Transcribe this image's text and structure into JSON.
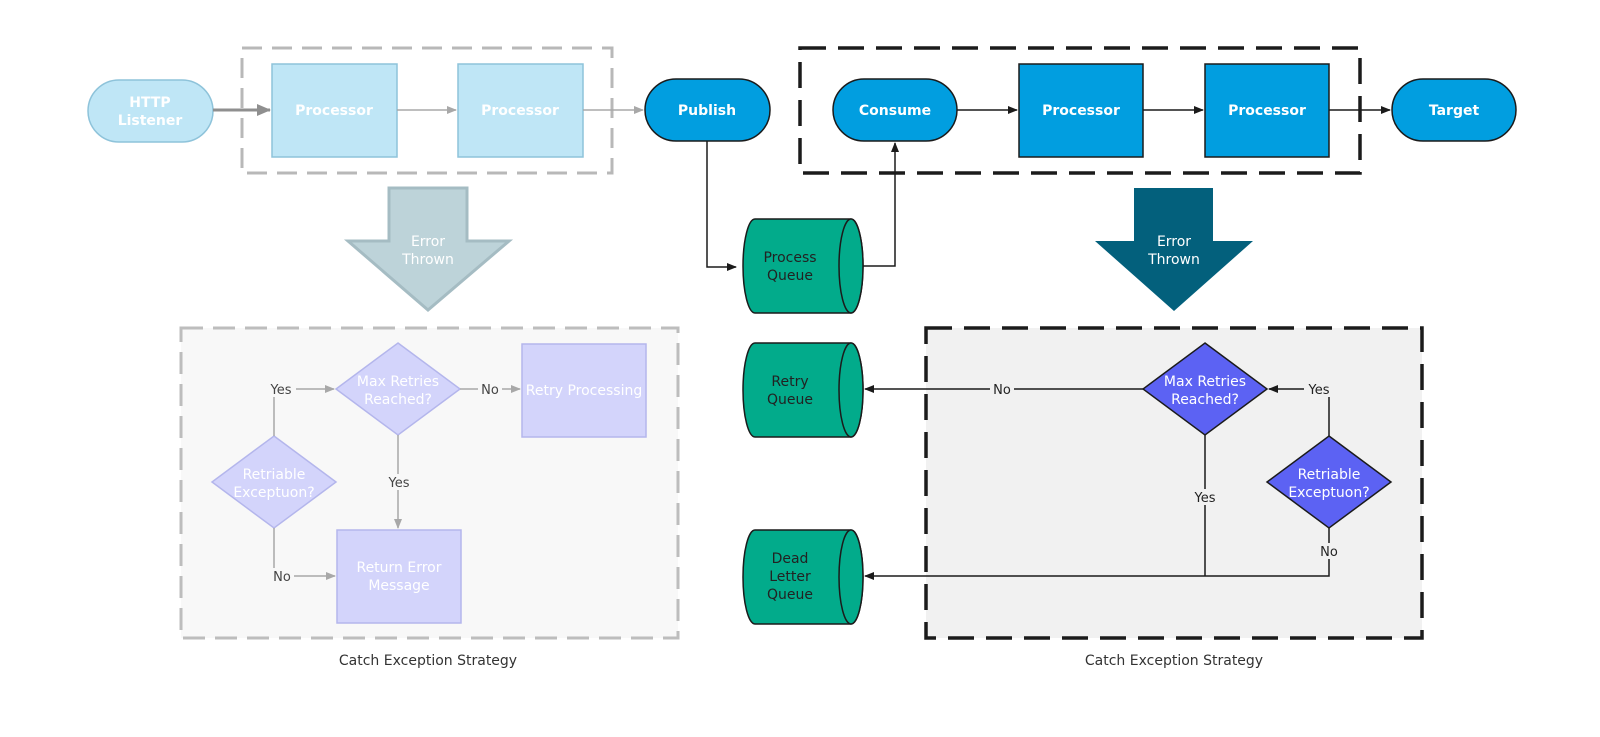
{
  "colors": {
    "faded_blue": "#bfe6f6",
    "faded_blue_stroke": "#8ec3da",
    "active_blue": "#019ee0",
    "dark_stroke": "#1b1b1b",
    "teal": "#02ab8b",
    "faded_purple": "#d3d4fb",
    "active_purple": "#5c62f3",
    "faded_arrow": "#bdd3d9",
    "dark_arrow": "#03607c",
    "panel_light": "#f8f8f8",
    "panel_gray": "#f1f1f1"
  },
  "left_flow": {
    "http_listener": [
      "HTTP",
      "Listener"
    ],
    "processor_1": "Processor",
    "processor_2": "Processor",
    "error_arrow": [
      "Error",
      "Thrown"
    ]
  },
  "middle": {
    "publish": "Publish",
    "process_queue": [
      "Process",
      "Queue"
    ],
    "retry_queue": [
      "Retry",
      "Queue"
    ],
    "dead_letter_queue": [
      "Dead",
      "Letter",
      "Queue"
    ]
  },
  "right_flow": {
    "consume": "Consume",
    "processor_1": "Processor",
    "processor_2": "Processor",
    "target": "Target",
    "error_arrow": [
      "Error",
      "Thrown"
    ]
  },
  "left_strategy": {
    "caption": "Catch Exception Strategy",
    "max_retries": [
      "Max Retries",
      "Reached?"
    ],
    "retriable": [
      "Retriable",
      "Exceptuon?"
    ],
    "retry_processing": "Retry Processing",
    "return_error": [
      "Return Error",
      "Message"
    ],
    "yes_top": "Yes",
    "no_right": "No",
    "yes_down": "Yes",
    "no_bottom": "No"
  },
  "right_strategy": {
    "caption": "Catch Exception Strategy",
    "max_retries": [
      "Max Retries",
      "Reached?"
    ],
    "retriable": [
      "Retriable",
      "Exceptuon?"
    ],
    "no_left": "No",
    "yes_right": "Yes",
    "yes_down": "Yes",
    "no_bottom": "No"
  }
}
